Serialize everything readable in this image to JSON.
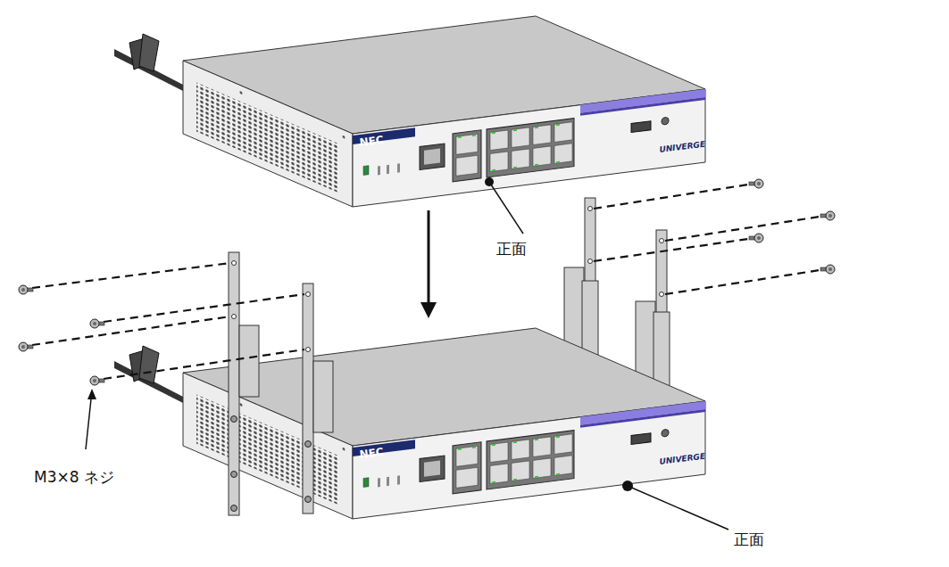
{
  "diagram": {
    "labels": [
      "正面",
      "正面",
      "M3×8 ネジ",
      "NEC",
      "UNIVERGE",
      "NEC",
      "UNIVERGE"
    ]
  }
}
